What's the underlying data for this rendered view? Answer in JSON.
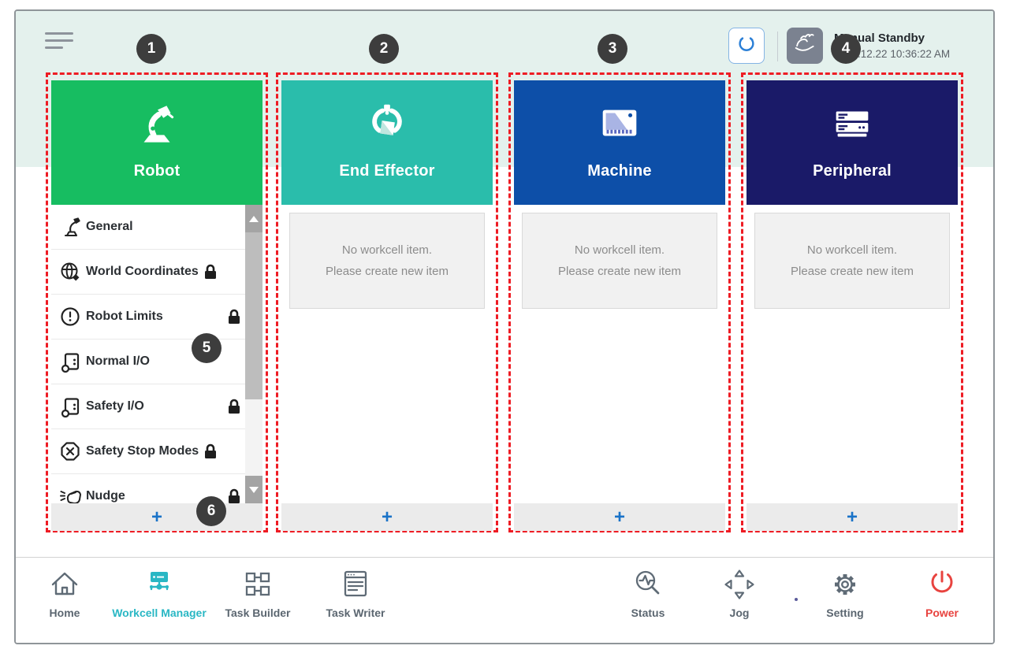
{
  "topbar": {
    "status_title": "Manual Standby",
    "status_time": "2022.12.22 10:36:22 AM"
  },
  "badges": [
    "1",
    "2",
    "3",
    "4",
    "5",
    "6"
  ],
  "annotation": {
    "badge_color": "#3d3d3d",
    "box_color": "#ee1c24"
  },
  "columns": [
    {
      "title": "Robot",
      "color": "#17bd61",
      "add_label": "+",
      "items": [
        {
          "label": "General",
          "locked": false
        },
        {
          "label": "World Coordinates",
          "locked": true
        },
        {
          "label": "Robot Limits",
          "locked": true
        },
        {
          "label": "Normal I/O",
          "locked": false
        },
        {
          "label": "Safety I/O",
          "locked": true
        },
        {
          "label": "Safety Stop Modes",
          "locked": true
        },
        {
          "label": "Nudge",
          "locked": true
        }
      ]
    },
    {
      "title": "End Effector",
      "color": "#2abdab",
      "add_label": "+",
      "empty": {
        "line1": "No workcell item.",
        "line2": "Please create new item"
      }
    },
    {
      "title": "Machine",
      "color": "#0d4fa8",
      "add_label": "+",
      "empty": {
        "line1": "No workcell item.",
        "line2": "Please create new item"
      }
    },
    {
      "title": "Peripheral",
      "color": "#1a1a68",
      "add_label": "+",
      "empty": {
        "line1": "No workcell item.",
        "line2": "Please create new item"
      }
    }
  ],
  "footer": {
    "items": [
      {
        "label": "Home"
      },
      {
        "label": "Workcell Manager",
        "active": true
      },
      {
        "label": "Task Builder"
      },
      {
        "label": "Task Writer"
      },
      {
        "label": "Status"
      },
      {
        "label": "Jog"
      },
      {
        "label": "Setting"
      },
      {
        "label": "Power",
        "danger": true
      }
    ]
  }
}
